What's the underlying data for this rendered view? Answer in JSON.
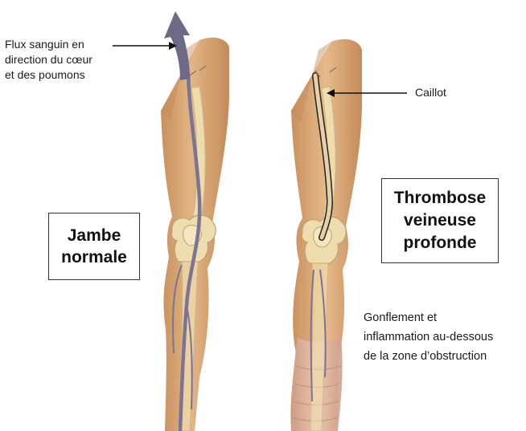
{
  "colors": {
    "skin": "#dcab7d",
    "skin_light": "#e9c39a",
    "swollen_skin": "#e4b9a5",
    "bone": "#efdcae",
    "vein": "#7b7494",
    "arrow": "#6d6a88"
  },
  "labels": {
    "blood_flow": [
      "Flux sanguin en",
      "direction du cœur",
      "et des poumons"
    ],
    "clot": "Caillot",
    "normal_leg": [
      "Jambe",
      "normale"
    ],
    "dvt": [
      "Thrombose",
      "veineuse",
      "profonde"
    ],
    "swelling": [
      "Gonflement et",
      "inflammation au-dessous",
      "de la zone d’obstruction"
    ]
  }
}
